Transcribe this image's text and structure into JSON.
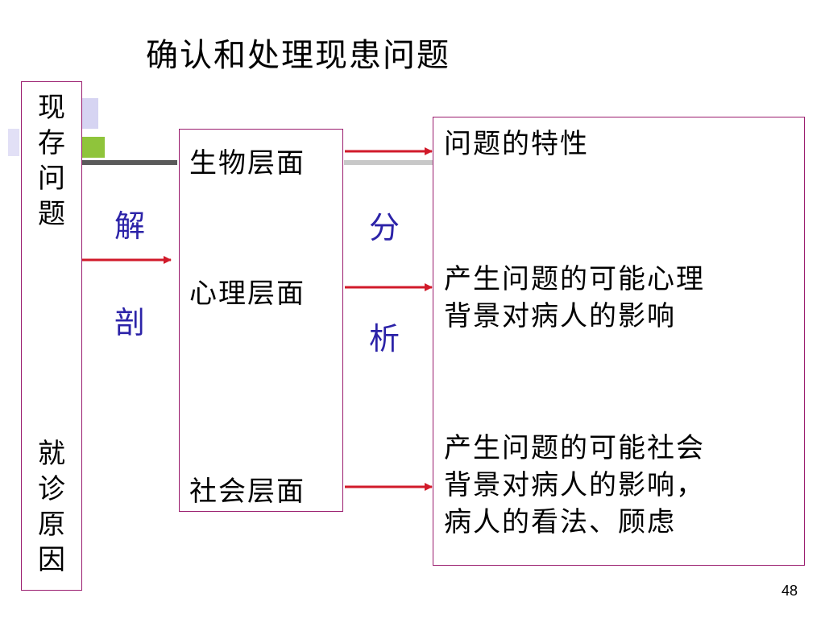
{
  "title": "确认和处理现患问题",
  "left_panel": {
    "top_text": "现存问题",
    "bottom_text": "就诊原因"
  },
  "left_connector": [
    "解",
    "剖"
  ],
  "middle_panel": {
    "levels": [
      "生物层面",
      "心理层面",
      "社会层面"
    ]
  },
  "right_connector": [
    "分",
    "析"
  ],
  "right_panel": {
    "items": [
      "问题的特性",
      "产生问题的可能心理\n背景对病人的影响",
      "产生问题的可能社会\n背景对病人的影响，\n病人的看法、顾虑"
    ]
  },
  "colors": {
    "box_border": "#9a1c6e",
    "arrow": "#d11a2a",
    "connector_text": "#2c23a8"
  },
  "page_number": "48"
}
